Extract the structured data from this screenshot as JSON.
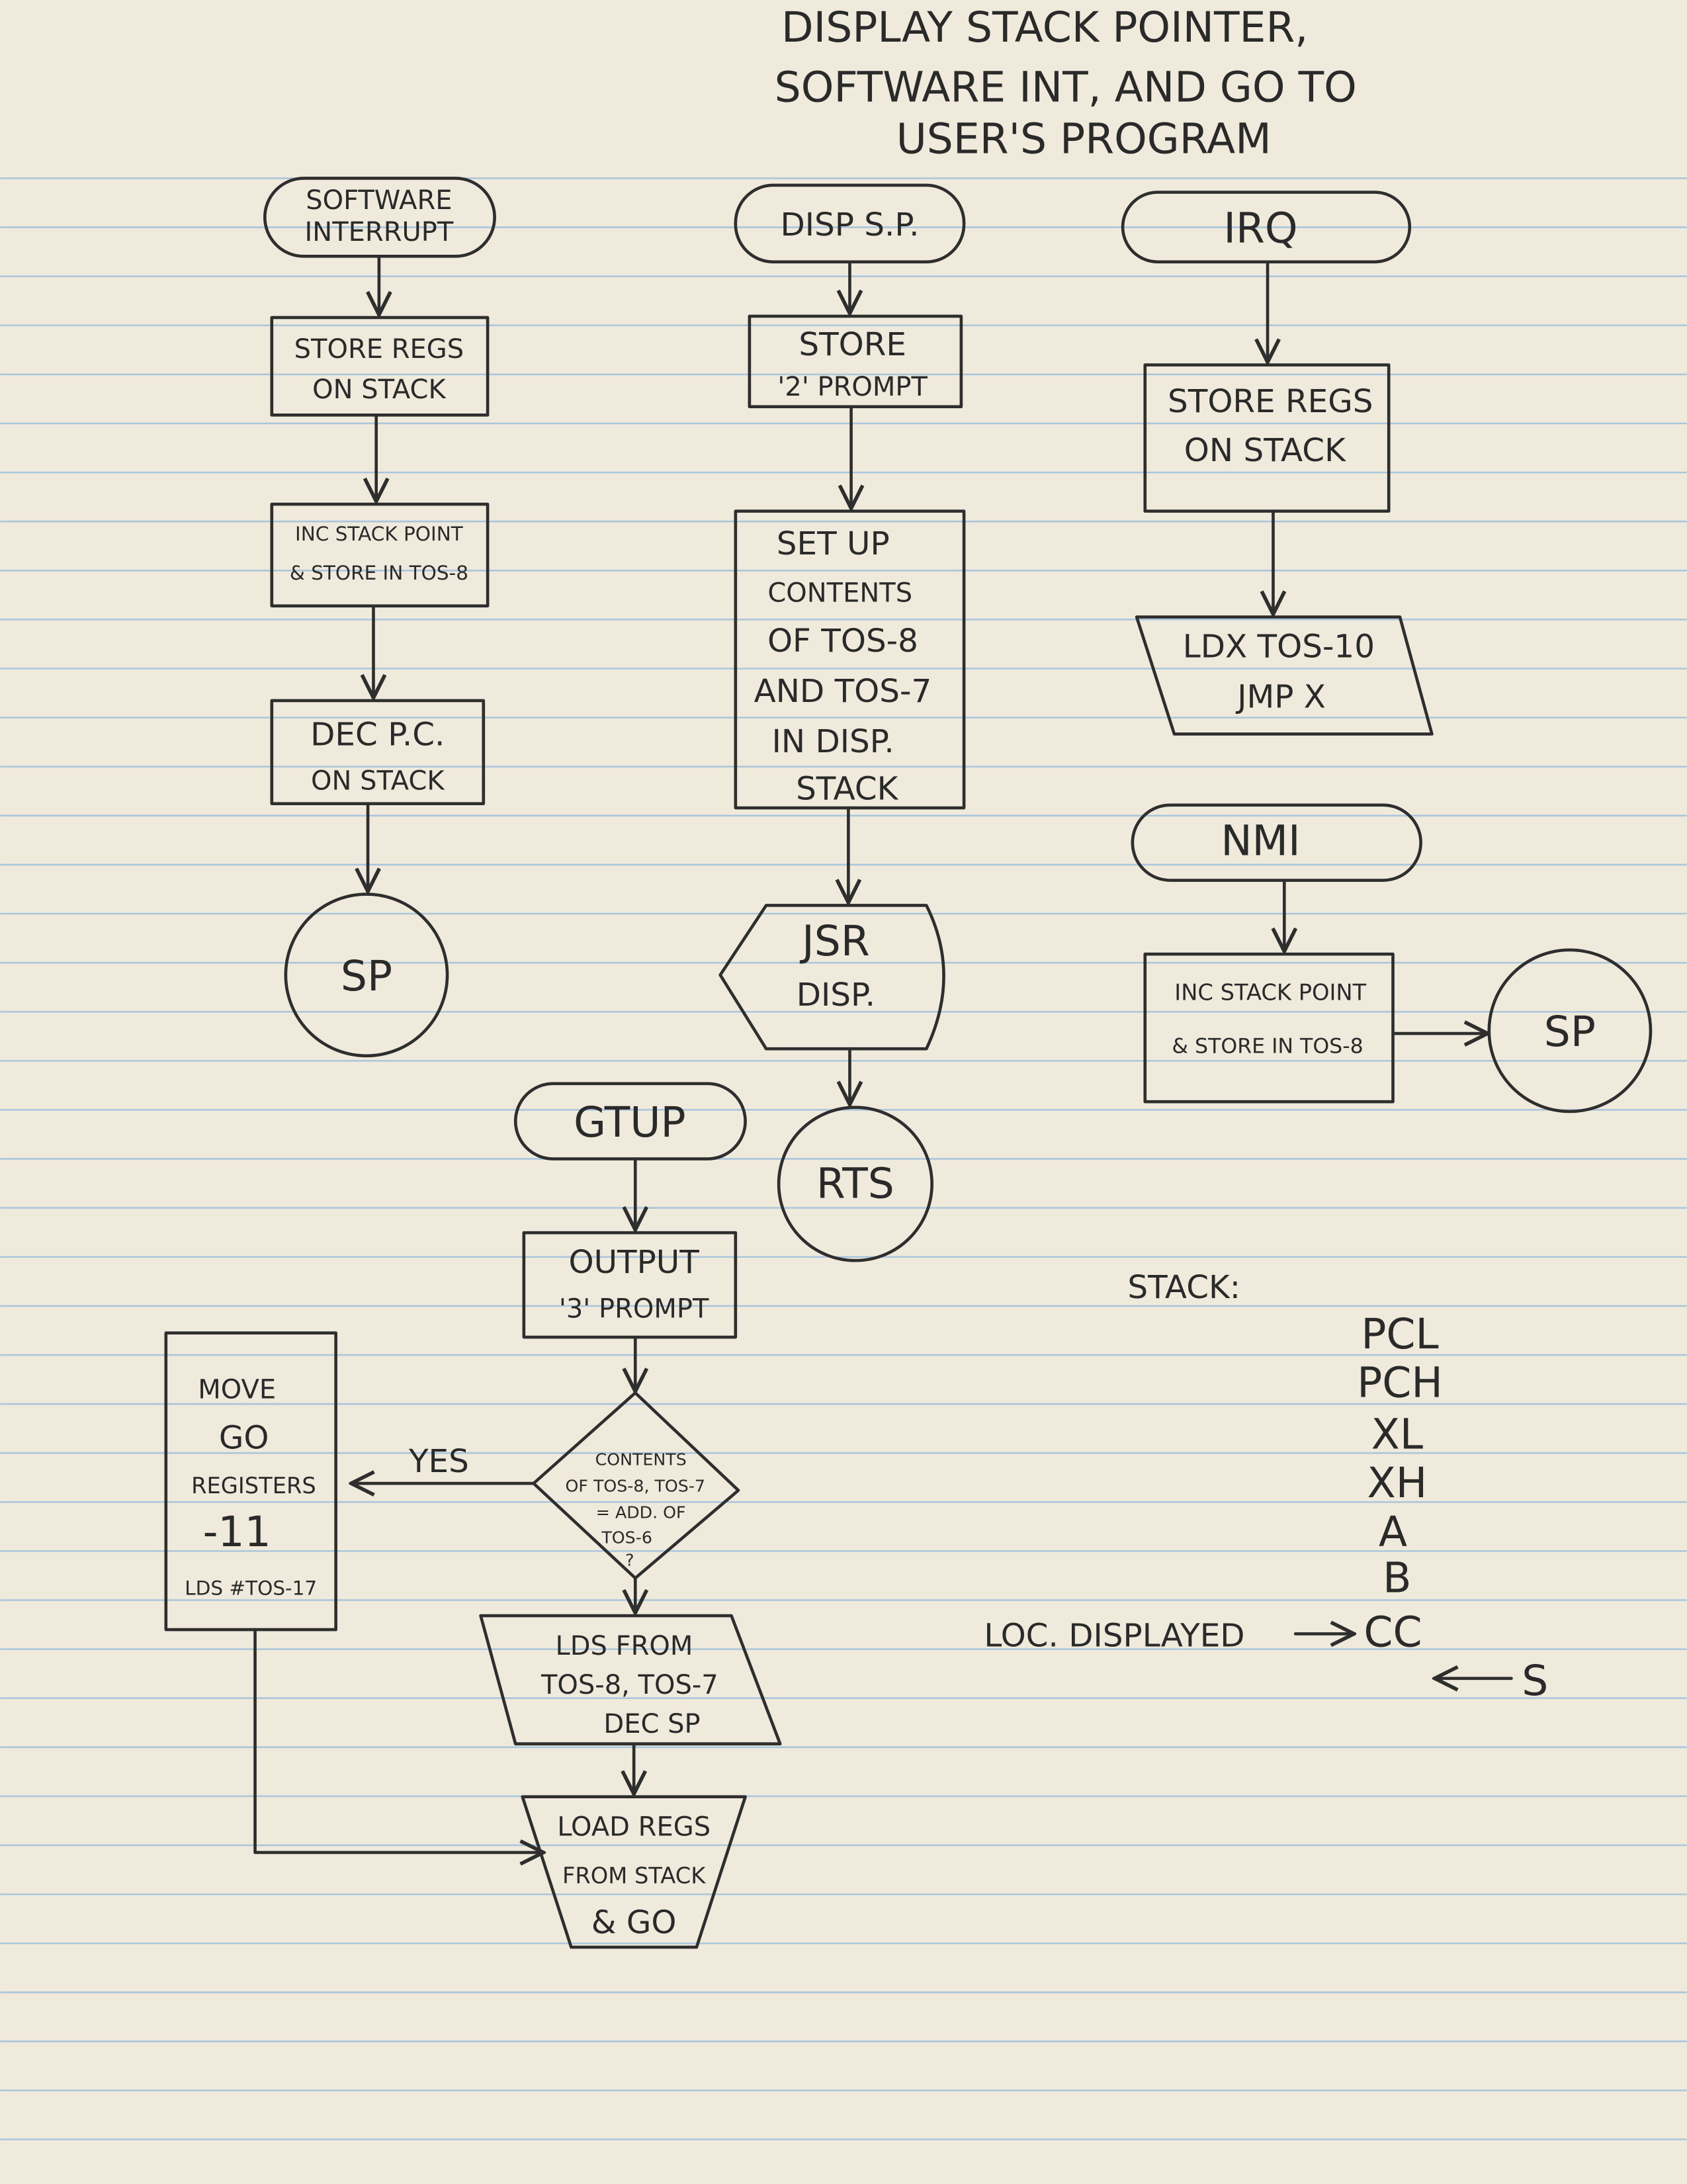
{
  "title": [
    "DISPLAY STACK POINTER,",
    "SOFTWARE INT, AND GO TO",
    "USER'S PROGRAM"
  ],
  "colors": {
    "paper": "#efeadb",
    "rule": "#a9c6dc",
    "pencil": "#2e2e2e"
  },
  "column1": {
    "start": [
      "SOFTWARE",
      "INTERRUPT"
    ],
    "store_regs": [
      "STORE REGS",
      "ON STACK"
    ],
    "inc_stack": [
      "INC STACK POINT",
      "& STORE IN TOS-8"
    ],
    "dec_pc": [
      "DEC P.C.",
      "ON STACK"
    ],
    "connector": "SP"
  },
  "column2": {
    "start": "DISP S.P.",
    "store_prompt": [
      "STORE",
      "'2' PROMPT"
    ],
    "set_up": [
      "SET UP",
      "CONTENTS",
      "OF TOS-8",
      "AND TOS-7",
      "IN DISP.",
      "STACK"
    ],
    "jsr": [
      "JSR",
      "DISP."
    ],
    "end": "RTS"
  },
  "column3": {
    "irq": "IRQ",
    "store_regs": [
      "STORE REGS",
      "ON STACK"
    ],
    "ldx": [
      "LDX TOS-10",
      "JMP X"
    ],
    "nmi": "NMI",
    "inc_stack": [
      "INC STACK POINT",
      "& STORE IN TOS-8"
    ],
    "connector": "SP"
  },
  "gtup": {
    "start": "GTUP",
    "output_prompt": [
      "OUTPUT",
      "'3' PROMPT"
    ],
    "decision": [
      "CONTENTS",
      "OF TOS-8, TOS-7",
      "= ADD. OF",
      "TOS-6",
      "?"
    ],
    "yes_label": "YES",
    "move": [
      "MOVE",
      "GO",
      "REGISTERS",
      "-11",
      "LDS #TOS-17"
    ],
    "lds": [
      "LDS FROM",
      "TOS-8, TOS-7",
      "DEC SP"
    ],
    "load": [
      "LOAD REGS",
      "FROM STACK",
      "& GO"
    ]
  },
  "stack": {
    "label": "STACK:",
    "entries": [
      "PCL",
      "PCH",
      "XL",
      "XH",
      "A",
      "B",
      "CC"
    ],
    "loc_label": "LOC. DISPLAYED",
    "pointer": "S"
  }
}
